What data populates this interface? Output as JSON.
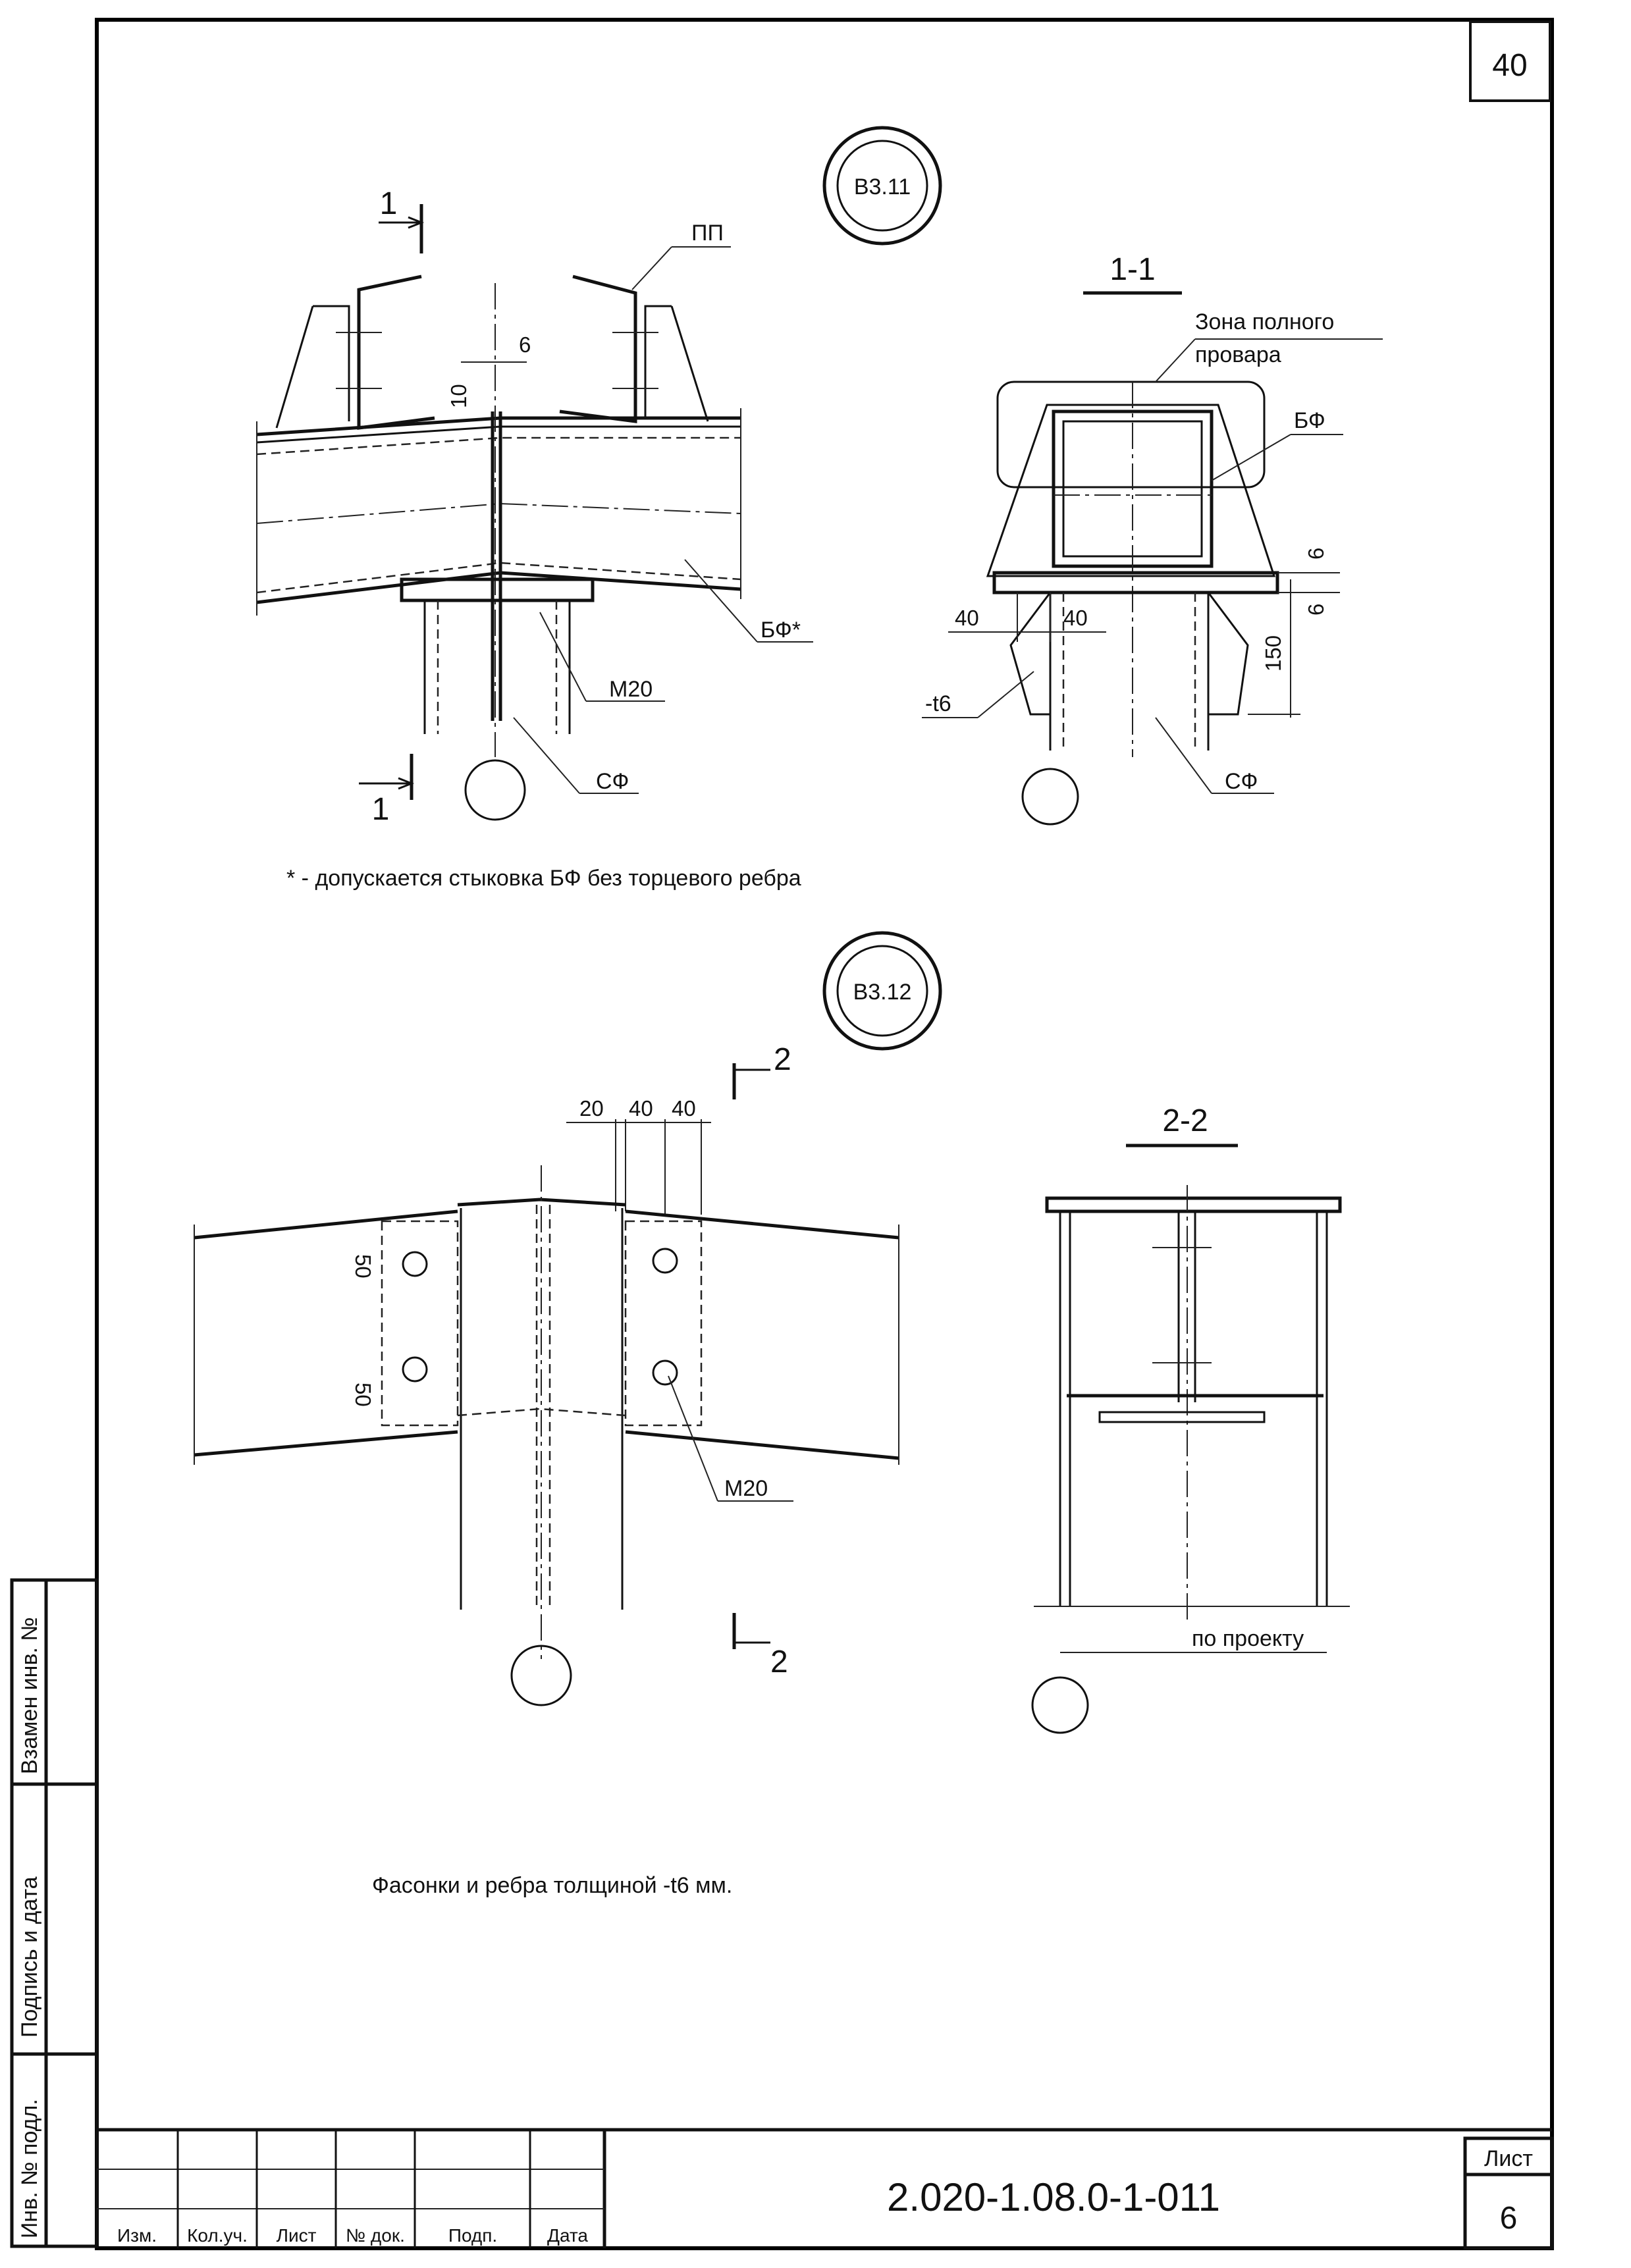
{
  "sheet": {
    "top_number": "40",
    "doc_code": "2.020-1.08.0-1-011",
    "sheet_label": "Лист",
    "sheet_number": "6"
  },
  "title_block": {
    "columns": [
      "Изм.",
      "Кол.уч.",
      "Лист",
      "№ док.",
      "Подп.",
      "Дата"
    ]
  },
  "side_stamp": {
    "fields": [
      "Взамен инв. №",
      "Подпись и дата",
      "Инв. № подл."
    ]
  },
  "node_b311": {
    "id": "В3.11",
    "section_mark": "1",
    "labels": {
      "pp": "ПП",
      "bf_star": "БФ*",
      "m20": "М20",
      "sf": "СФ"
    },
    "dims": {
      "d6": "6",
      "d10": "10"
    },
    "footnote": "* - допускается  стыковка БФ без торцевого ребра"
  },
  "section_11": {
    "title": "1-1",
    "labels": {
      "zone": "Зона полного",
      "zone2": "провара",
      "bf": "БФ",
      "t6": "-t6",
      "sf": "СФ"
    },
    "dims": {
      "d40a": "40",
      "d40b": "40",
      "d6a": "6",
      "d6b": "6",
      "d150": "150"
    }
  },
  "node_b312": {
    "id": "В3.12",
    "section_mark": "2",
    "labels": {
      "m20": "М20"
    },
    "dims": {
      "d20": "20",
      "d40a": "40",
      "d40b": "40",
      "d50a": "50",
      "d50b": "50"
    },
    "note": "Фасонки и ребра толщиной   -t6 мм."
  },
  "section_22": {
    "title": "2-2",
    "labels": {
      "po_proektu": "по проекту"
    }
  }
}
